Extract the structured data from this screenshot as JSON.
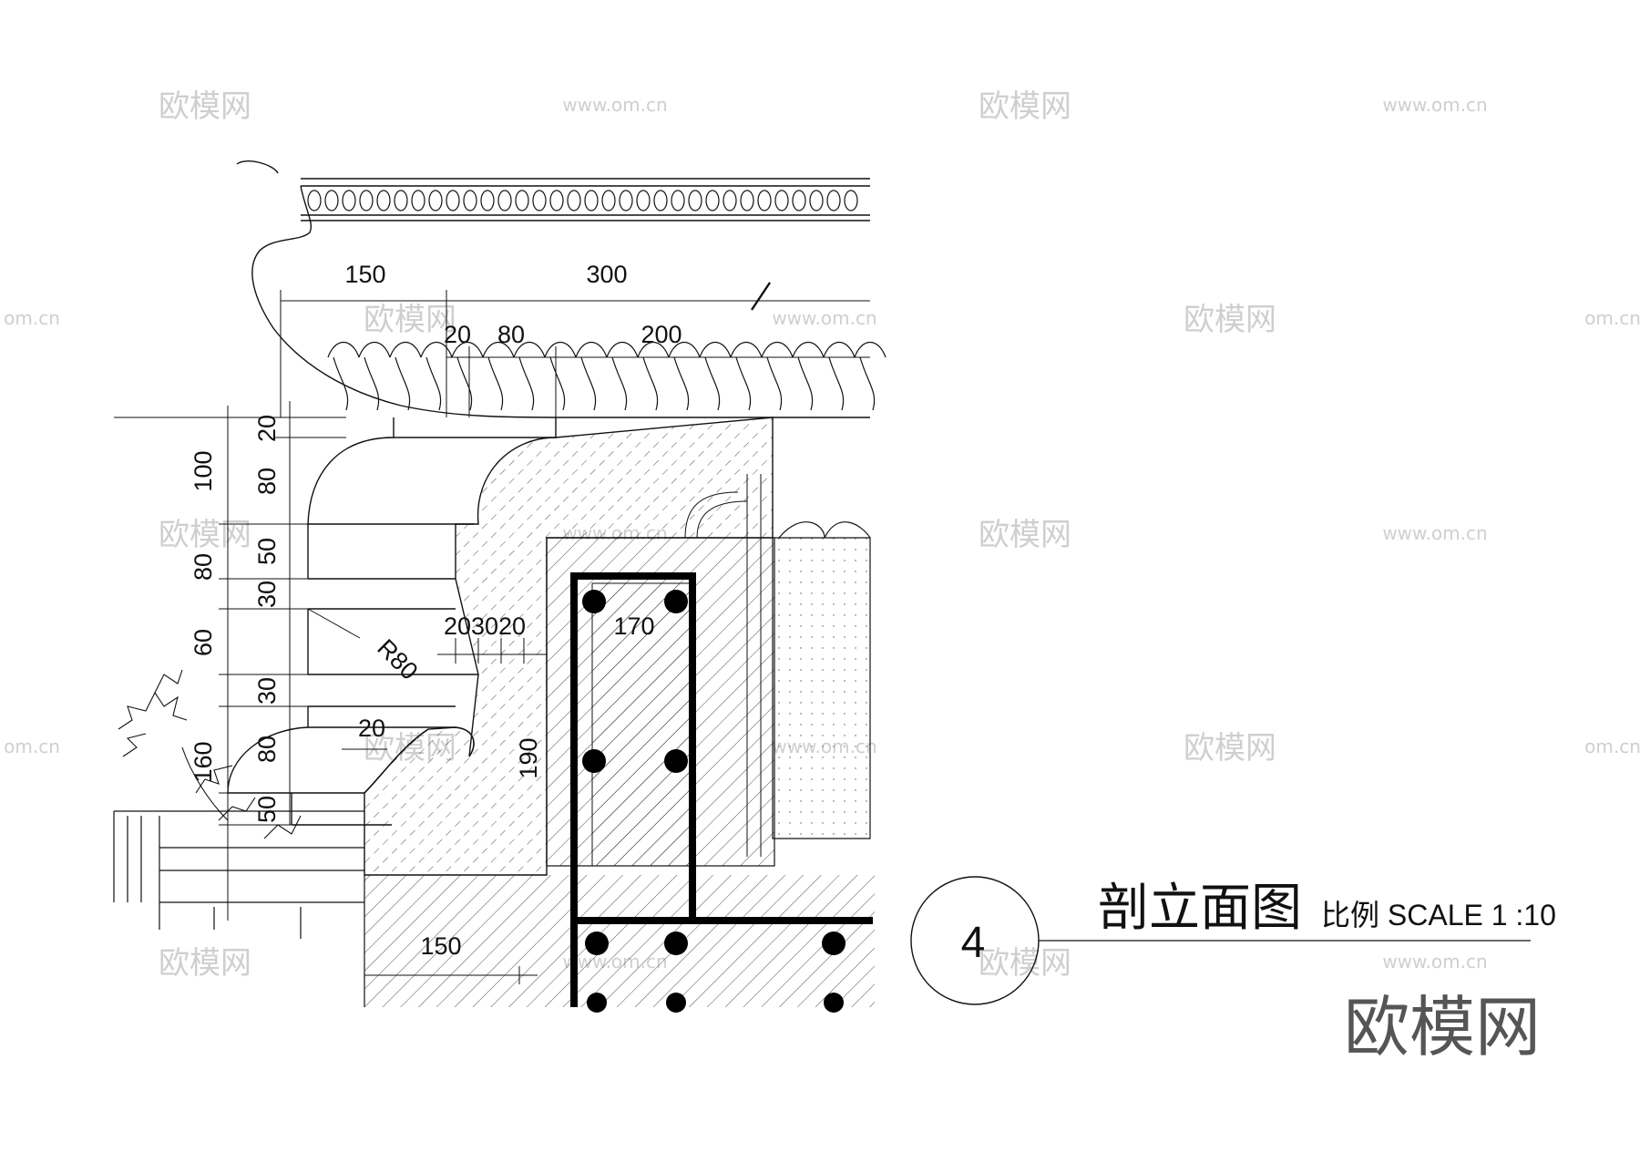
{
  "drawing": {
    "title": "剖立面图",
    "scale_label": "比例 SCALE 1 :10",
    "detail_number": "4",
    "brand": "欧模网"
  },
  "dimensions": {
    "top": [
      "150",
      "300",
      "20",
      "80",
      "200"
    ],
    "left_outer": [
      "100",
      "80",
      "60",
      "160"
    ],
    "left_inner": [
      "20",
      "80",
      "50",
      "30",
      "30",
      "80",
      "50"
    ],
    "inner": [
      "203020",
      "170",
      "R80",
      "20",
      "190",
      "150"
    ]
  },
  "watermarks": {
    "logo": "欧模网",
    "url": "www.om.cn",
    "url_short": "om.cn"
  },
  "colors": {
    "line": "#111111",
    "watermark": "#cfcfcf",
    "background": "#ffffff"
  }
}
